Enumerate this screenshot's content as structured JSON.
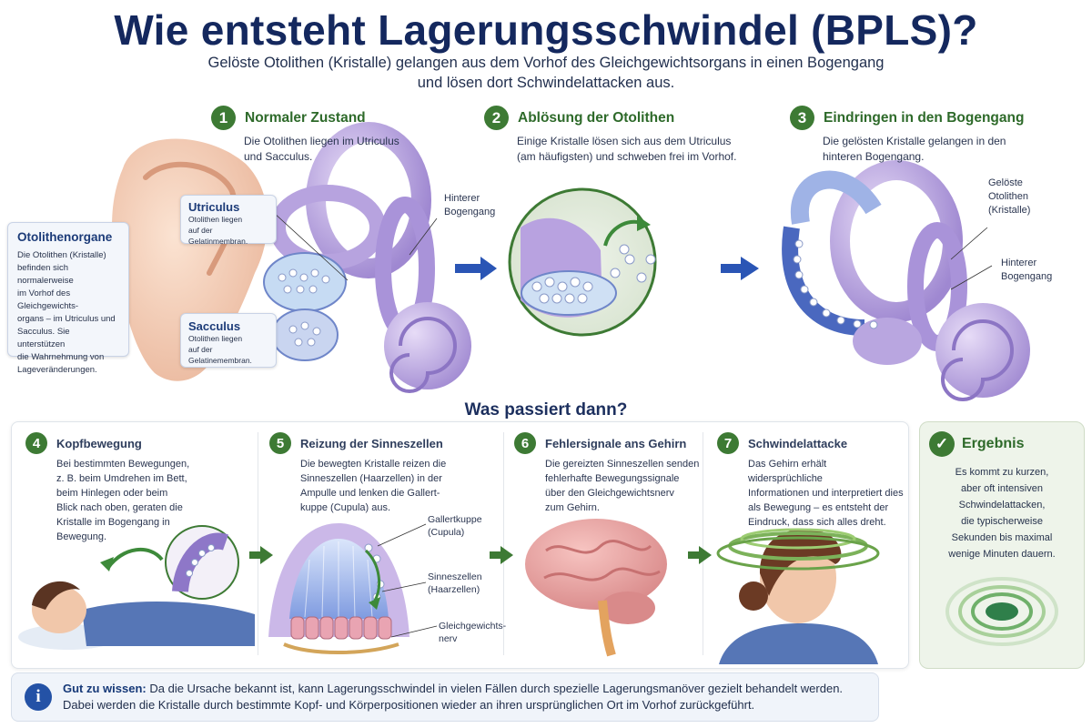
{
  "title": "Wie entsteht Lagerungsschwindel (BPLS)?",
  "subtitle_line1": "Gelöste Otolithen (Kristalle) gelangen aus dem Vorhof des Gleichgewichtsorgans in einen Bogengang",
  "subtitle_line2": "und lösen dort Schwindelattacken aus.",
  "top_steps": [
    {
      "num": "1",
      "title": "Normaler Zustand",
      "desc_line1": "Die Otolithen liegen im Utriculus",
      "desc_line2": "und Sacculus."
    },
    {
      "num": "2",
      "title": "Ablösung der Otolithen",
      "desc_line1": "Einige Kristalle lösen sich aus dem Utriculus",
      "desc_line2": "(am häufigsten) und schweben frei im Vorhof."
    },
    {
      "num": "3",
      "title": "Eindringen in den Bogengang",
      "desc_line1": "Die gelösten Kristalle gelangen in den",
      "desc_line2": "hinteren Bogengang."
    }
  ],
  "otolith_box": {
    "title": "Otolithenorgane",
    "lines": [
      "Die Otolithen (Kristalle)",
      "befinden sich normalerweise",
      "im Vorhof des Gleichgewichts-",
      "organs – im Utriculus und",
      "Sacculus. Sie unterstützen",
      "die Wahrnehmung von",
      "Lageveränderungen."
    ]
  },
  "utriculus": {
    "title": "Utriculus",
    "line1": "Otolithen liegen",
    "line2": "auf der Gelatinmembran."
  },
  "sacculus": {
    "title": "Sacculus",
    "line1": "Otolithen liegen",
    "line2": "auf der Gelatinemembran."
  },
  "labels": {
    "hinterer_bogengang_1a": "Hinterer",
    "hinterer_bogengang_1b": "Bogengang",
    "geloeste_a": "Gelöste",
    "geloeste_b": "Otolithen",
    "geloeste_c": "(Kristalle)",
    "hinterer_bogengang_3a": "Hinterer",
    "hinterer_bogengang_3b": "Bogengang"
  },
  "section_heading": "Was passiert dann?",
  "bottom_steps": [
    {
      "num": "4",
      "title": "Kopfbewegung",
      "lines": [
        "Bei bestimmten Bewegungen,",
        "z. B. beim Umdrehen im Bett,",
        "beim Hinlegen oder beim",
        "Blick nach oben, geraten die",
        "Kristalle im Bogengang in",
        "Bewegung."
      ]
    },
    {
      "num": "5",
      "title": "Reizung der Sinneszellen",
      "lines": [
        "Die bewegten Kristalle reizen die",
        "Sinneszellen (Haarzellen) in der",
        "Ampulle und lenken die Gallert-",
        "kuppe (Cupula) aus."
      ]
    },
    {
      "num": "6",
      "title": "Fehlersignale ans Gehirn",
      "lines": [
        "Die gereizten Sinneszellen senden",
        "fehlerhafte Bewegungssignale",
        "über den Gleichgewichtsnerv",
        "zum Gehirn."
      ]
    },
    {
      "num": "7",
      "title": "Schwindelattacke",
      "lines": [
        "Das Gehirn erhält widersprüchliche",
        "Informationen und interpretiert dies",
        "als Bewegung – es entsteht der",
        "Eindruck, dass sich alles dreht."
      ]
    }
  ],
  "cupula_labels": {
    "gallert_a": "Gallertkuppe",
    "gallert_b": "(Cupula)",
    "sinnes_a": "Sinneszellen",
    "sinnes_b": "(Haarzellen)",
    "nerv_a": "Gleichgewichts-",
    "nerv_b": "nerv"
  },
  "result": {
    "title": "Ergebnis",
    "lines": [
      "Es kommt zu kurzen,",
      "aber oft intensiven",
      "Schwindelattacken,",
      "die typischerweise",
      "Sekunden bis maximal",
      "wenige Minuten dauern."
    ]
  },
  "info": {
    "label": "Gut zu wissen:",
    "line1": "Da die Ursache bekannt ist, kann Lagerungsschwindel in vielen Fällen durch spezielle Lagerungsmanöver gezielt behandelt werden.",
    "line2": "Dabei werden die Kristalle durch bestimmte Kopf- und Körperpositionen wieder an ihren ursprünglichen Ort im Vorhof zurückgeführt."
  },
  "colors": {
    "green": "#3d7a34",
    "navy": "#14285e",
    "arrow_blue": "#2a55b5",
    "labyrinth": "#b9a6e0"
  }
}
